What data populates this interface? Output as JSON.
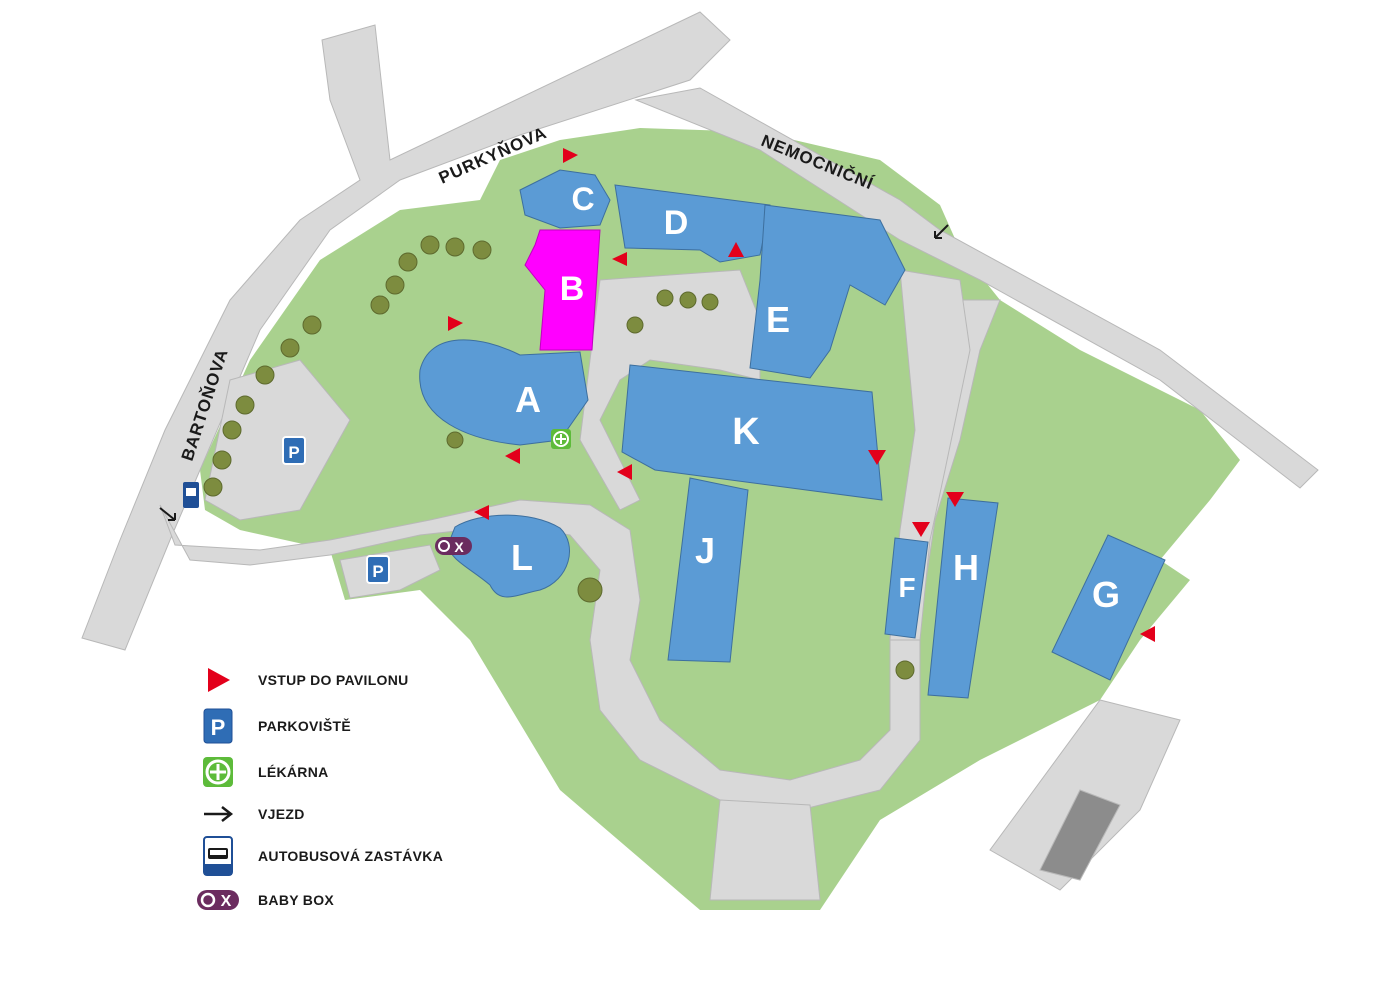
{
  "streets": {
    "purkynova": "PURKYŇOVA",
    "nemocnicni": "NEMOCNIČNÍ",
    "bartonova": "BARTOŇOVA"
  },
  "buildings": {
    "A": "A",
    "B": "B",
    "C": "C",
    "D": "D",
    "E": "E",
    "F": "F",
    "G": "G",
    "H": "H",
    "J": "J",
    "K": "K",
    "L": "L"
  },
  "parking_symbol": "P",
  "baby_box_symbol": "X",
  "legend": [
    {
      "icon": "entrance-triangle-icon",
      "label": "VSTUP DO PAVILONU"
    },
    {
      "icon": "parking-icon",
      "label": "PARKOVIŠTĚ"
    },
    {
      "icon": "pharmacy-cross-icon",
      "label": "LÉKÁRNA"
    },
    {
      "icon": "entry-arrow-icon",
      "label": "VJEZD"
    },
    {
      "icon": "bus-stop-icon",
      "label": "AUTOBUSOVÁ ZASTÁVKA"
    },
    {
      "icon": "baby-box-icon",
      "label": "BABY BOX"
    }
  ],
  "colors": {
    "grass": "#a9d18e",
    "road": "#d9d9d9",
    "building": "#5b9bd5",
    "building_b": "#ff00ff",
    "entrance": "#e3001b",
    "parking": "#2f6db5",
    "pharmacy": "#5dbb3a",
    "baby_box": "#6b2c5f"
  }
}
